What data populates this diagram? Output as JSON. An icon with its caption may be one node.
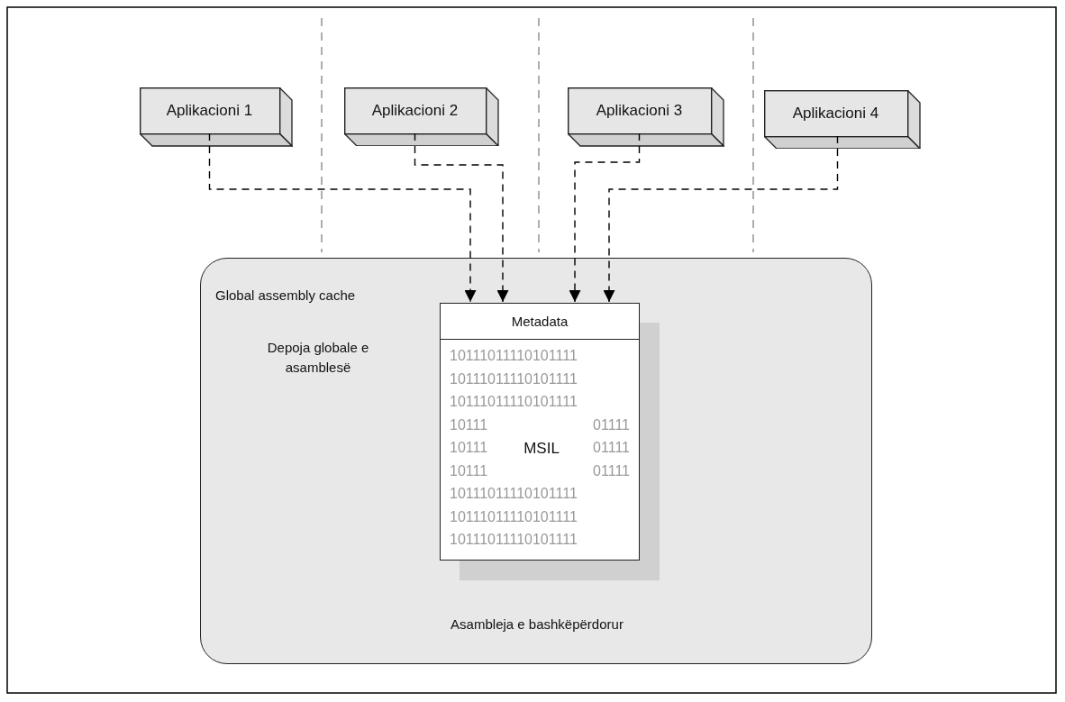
{
  "diagram": {
    "nodes": [
      {
        "text": [
          "Aplikacioni 1"
        ]
      },
      {
        "text": [
          "Aplikacioni 2"
        ]
      },
      {
        "text": [
          "Aplikacioni 3"
        ]
      },
      {
        "text": [
          "Aplikacioni 4"
        ]
      },
      {
        "text": [
          "Global assembly cache",
          "Depoja globale e asamblesë",
          "Asambleja e bashkëpërdorur"
        ]
      },
      {
        "text": [
          "Metadata",
          "10111011110101111",
          "10111011110101111",
          "10111011110101111",
          "10111",
          "01111",
          "10111",
          "01111",
          "10111",
          "01111",
          "10111011110101111",
          "10111011110101111",
          "10111011110101111"
        ],
        "in": 4
      },
      {
        "text": [
          "MSIL"
        ],
        "in": 5
      }
    ],
    "edges": [
      {
        "from": 0,
        "to": 5,
        "arrow": "to",
        "style": "dashed"
      },
      {
        "from": 1,
        "to": 5,
        "arrow": "to",
        "style": "dashed"
      },
      {
        "from": 2,
        "to": 5,
        "arrow": "to",
        "style": "dashed"
      },
      {
        "from": 3,
        "to": 5,
        "arrow": "to",
        "style": "dashed"
      }
    ]
  }
}
